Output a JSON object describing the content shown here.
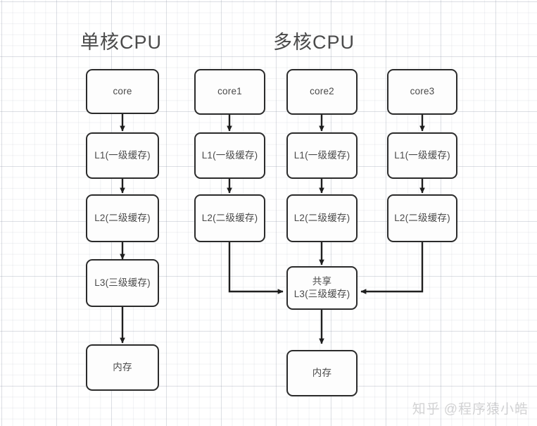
{
  "diagram": {
    "titles": {
      "single_core": "单核CPU",
      "multi_core": "多核CPU"
    },
    "single_core_chain": [
      {
        "label": "core"
      },
      {
        "label": "L1(一级缓存)"
      },
      {
        "label": "L2(二级缓存)"
      },
      {
        "label": "L3(三级缓存)"
      },
      {
        "label": "内存"
      }
    ],
    "multi_core_columns": [
      {
        "core": "core1",
        "l1": "L1(一级缓存)",
        "l2": "L2(二级缓存)"
      },
      {
        "core": "core2",
        "l1": "L1(一级缓存)",
        "l2": "L2(二级缓存)"
      },
      {
        "core": "core3",
        "l1": "L1(一级缓存)",
        "l2": "L2(二级缓存)"
      }
    ],
    "shared_l3": {
      "line1": "共享",
      "line2": "L3(三级缓存)"
    },
    "multi_core_memory": "内存",
    "colors": {
      "node_border": "#2b2b2b",
      "node_fill": "#fdfdfd",
      "text": "#4a4a4a",
      "arrow": "#1f1f1f",
      "grid": "#c9cfd8"
    }
  },
  "watermark": {
    "site": "知乎",
    "author": "@程序猿小皓"
  }
}
